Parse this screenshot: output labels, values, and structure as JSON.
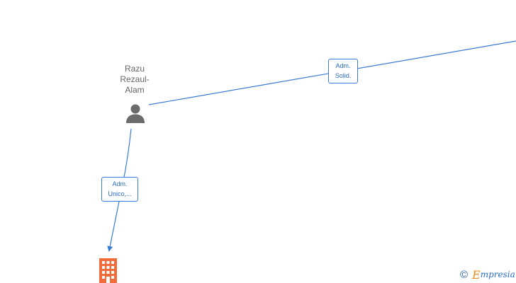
{
  "person": {
    "name_lines": [
      "Razu",
      "Rezaul-",
      "Alam"
    ]
  },
  "edges": {
    "solid_label": [
      "Adm.",
      "Solid."
    ],
    "unico_label": [
      "Adm.",
      "Unico,..."
    ]
  },
  "watermark": {
    "copyright": "©",
    "brand_initial": "E",
    "brand_rest": "mpresia"
  },
  "colors": {
    "edge": "#3a7bd5",
    "person_icon": "#6b6b6b",
    "company_icon": "#f26b3a",
    "brand_accent": "#f08a1c"
  }
}
